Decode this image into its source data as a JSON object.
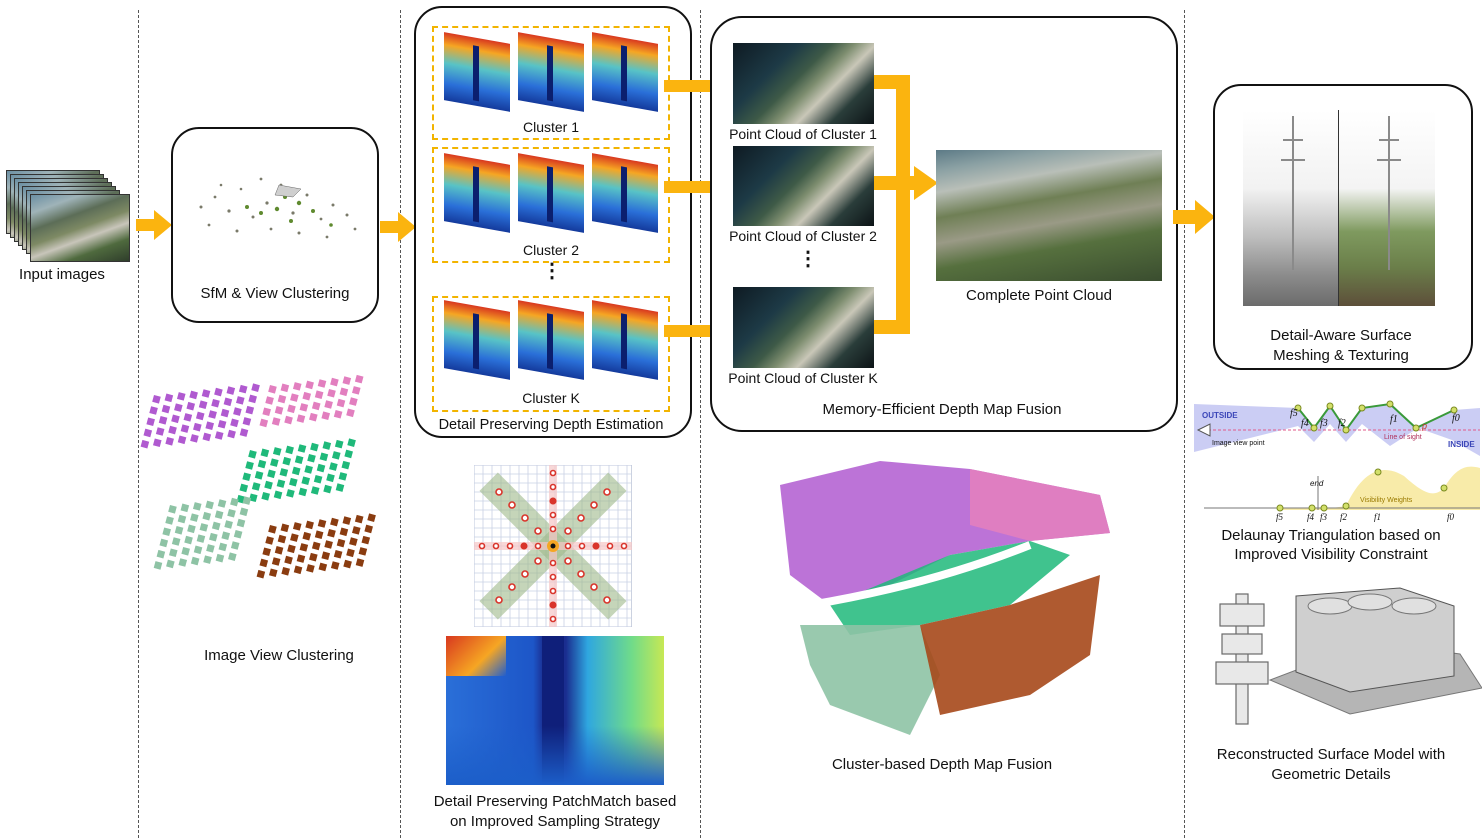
{
  "stages": {
    "input": {
      "label": "Input images"
    },
    "sfm": {
      "label": "SfM & View Clustering"
    },
    "view_clustering": {
      "label": "Image View Clustering"
    },
    "depth": {
      "title": "Detail Preserving Depth Estimation",
      "clusters": [
        "Cluster 1",
        "Cluster 2",
        "Cluster K"
      ],
      "ellipsis": "⋮"
    },
    "patchmatch": {
      "caption_line1": "Detail Preserving PatchMatch based",
      "caption_line2": "on Improved Sampling Strategy"
    },
    "fusion": {
      "title": "Memory-Efficient Depth Map Fusion",
      "point_clouds": [
        "Point Cloud of Cluster 1",
        "Point Cloud of Cluster 2",
        "Point Cloud of Cluster K"
      ],
      "ellipsis": "⋮",
      "complete": "Complete Point Cloud"
    },
    "cluster_fusion": {
      "caption": "Cluster-based Depth Map Fusion"
    },
    "meshing": {
      "line1": "Detail-Aware Surface",
      "line2": "Meshing & Texturing"
    },
    "delaunay": {
      "caption_line1": "Delaunay Triangulation based on",
      "caption_line2": "Improved Visibility Constraint",
      "outside": "OUTSIDE",
      "inside": "INSIDE",
      "image_view_point": "Image view point",
      "line_of_sight": "Line of sight",
      "point_label": "p",
      "visibility_weights": "Visibility Weights",
      "end_label": "end",
      "facets": [
        "f5",
        "f4",
        "f3",
        "f2",
        "f1",
        "f0"
      ]
    },
    "reconstructed": {
      "line1": "Reconstructed Surface Model with",
      "line2": "Geometric Details"
    }
  },
  "colors": {
    "arrow": "#fbb40f",
    "cluster_border": "#f2b400",
    "purple": "#b05ad0",
    "pink": "#e27fbf",
    "green": "#1fb97a",
    "sage": "#8ec3a5",
    "brown": "#8a3c10"
  }
}
